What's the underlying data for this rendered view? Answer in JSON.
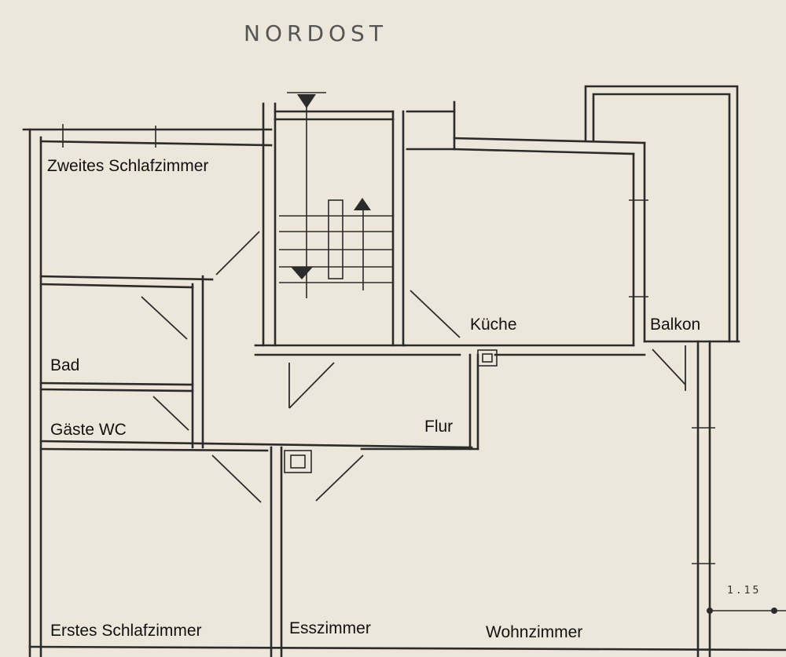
{
  "plan": {
    "orientation": "NORDOST",
    "scale_mark": "1.15",
    "rooms": {
      "second_bedroom": "Zweites Schlafzimmer",
      "kitchen": "Küche",
      "balcony": "Balkon",
      "bathroom": "Bad",
      "guest_wc": "Gäste WC",
      "hallway": "Flur",
      "first_bedroom": "Erstes Schlafzimmer",
      "dining_room": "Esszimmer",
      "living_room": "Wohnzimmer"
    }
  }
}
